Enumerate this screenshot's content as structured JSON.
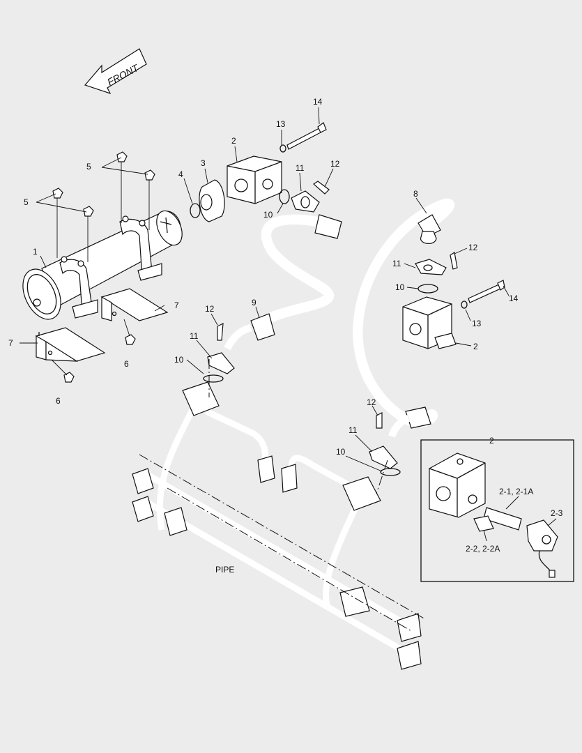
{
  "labels": {
    "front": "FRONT",
    "pipe": "PIPE",
    "n1": "1",
    "n2": "2",
    "n3": "3",
    "n4": "4",
    "n5": "5",
    "n6": "6",
    "n7": "7",
    "n8": "8",
    "n9": "9",
    "n10": "10",
    "n11": "11",
    "n12": "12",
    "n13": "13",
    "n14": "14",
    "detail_title": "2",
    "d21": "2-1, 2-1A",
    "d22": "2-2, 2-2A",
    "d23": "2-3"
  }
}
